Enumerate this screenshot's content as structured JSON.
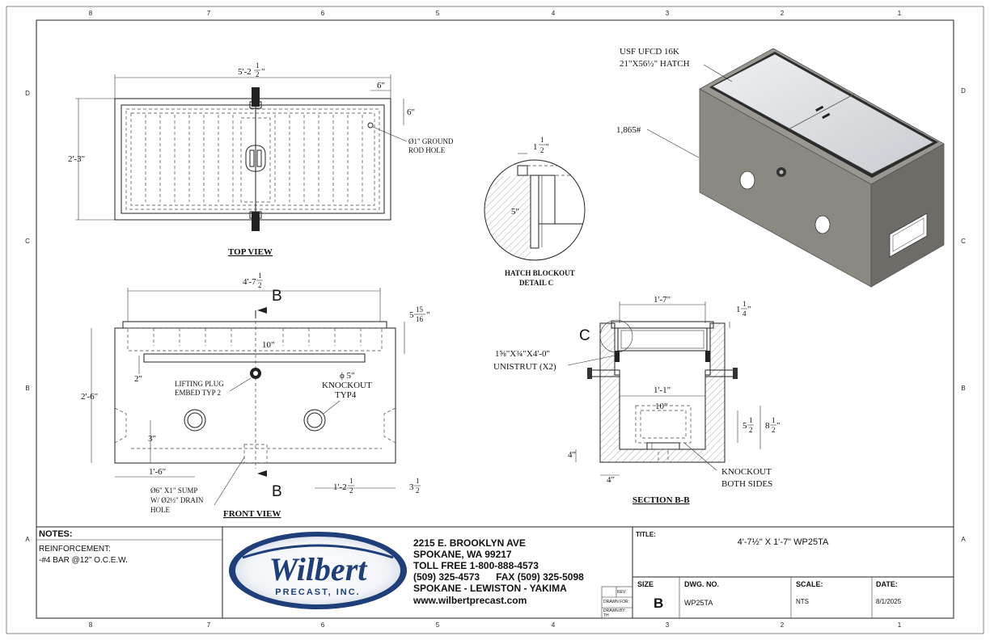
{
  "zones": {
    "columns": [
      "8",
      "7",
      "6",
      "5",
      "4",
      "3",
      "2",
      "1"
    ],
    "rows": [
      "D",
      "C",
      "B",
      "A"
    ]
  },
  "top_view": {
    "title": "TOP VIEW",
    "dim_length": "5'-2",
    "dim_length_frac_num": "1",
    "dim_length_frac_den": "2",
    "dim_width": "2'-3\"",
    "dim_offset_6a": "6\"",
    "dim_offset_6b": "6\"",
    "ground_rod_line1": "Ø1\" GROUND",
    "ground_rod_line2": "ROD HOLE"
  },
  "front_view": {
    "title": "FRONT VIEW",
    "section_marker": "B",
    "dim_length": "4'-7",
    "dim_length_frac_num": "1",
    "dim_length_frac_den": "2",
    "dim_top": "5",
    "dim_top_frac_num": "15",
    "dim_top_frac_den": "16",
    "dim_height": "2'-6\"",
    "dim_2": "2\"",
    "dim_10": "10\"",
    "lifting_plug_line1": "LIFTING PLUG",
    "lifting_plug_line2": "EMBED TYP 2",
    "knockout_line1": "ϕ 5\"",
    "knockout_line2": "KNOCKOUT",
    "knockout_line3": "TYP4",
    "dim_3": "3\"",
    "dim_16": "1'-6\"",
    "dim_12": "1'-2",
    "dim_12_frac_num": "1",
    "dim_12_frac_den": "2",
    "dim_35": "3",
    "dim_35_frac_num": "1",
    "dim_35_frac_den": "2",
    "sump_line1": "Ø6\" X1\" SUMP",
    "sump_line2": "W/ Ø2½\" DRAIN",
    "sump_line3": "HOLE"
  },
  "detail_c": {
    "title_line1": "HATCH BLOCKOUT",
    "title_line2": "DETAIL C",
    "dim_top": "1",
    "dim_top_frac_num": "1",
    "dim_top_frac_den": "2",
    "dim_5": "5\""
  },
  "section_bb": {
    "title": "SECTION B-B",
    "detail_marker": "C",
    "dim_17": "1'-7\"",
    "dim_114": "1",
    "dim_114_frac_num": "1",
    "dim_114_frac_den": "4",
    "unistrut_line1": "1⅝\"X¾\"X4'-0\"",
    "unistrut_line2": "UNISTRUT (X2)",
    "dim_11": "1'-1\"",
    "dim_10": "10\"",
    "dim_55": "5",
    "dim_55_frac_num": "1",
    "dim_55_frac_den": "2",
    "dim_85": "8",
    "dim_85_frac_num": "1",
    "dim_85_frac_den": "2",
    "dim_4a": "4\"",
    "dim_4b": "4\"",
    "knockout_line1": "KNOCKOUT",
    "knockout_line2": "BOTH SIDES"
  },
  "iso_view": {
    "hatch_line1": "USF UFCD 16K",
    "hatch_line2": "21\"X56½\" HATCH",
    "weight": "1,865#"
  },
  "title_block": {
    "notes_heading": "NOTES:",
    "notes_line1": "REINFORCEMENT:",
    "notes_line2": "-#4 BAR @12\" O.C.E.W.",
    "logo_name": "Wilbert",
    "logo_sub": "PRECAST, INC.",
    "address_line1": "2215 E. BROOKLYN AVE",
    "address_line2": "SPOKANE, WA 99217",
    "address_line3": "TOLL FREE 1-800-888-4573",
    "address_line4": "(509) 325-4573      FAX (509) 325-5098",
    "address_line5": "SPOKANE - LEWISTON - YAKIMA",
    "address_line6": "www.wilbertprecast.com",
    "rev_label": "REV:",
    "drawn_for_label": "DRAWN FOR:",
    "drawn_by_label": "DRAWN BY:",
    "drawn_by_value": "TH",
    "title_label": "TITLE:",
    "title_value": "4'-7½\" X 1'-7\" WP25TA",
    "size_label": "SIZE",
    "size_value": "B",
    "dwg_label": "DWG.  NO.",
    "dwg_value": "WP25TA",
    "scale_label": "SCALE:",
    "scale_value": "NTS",
    "date_label": "DATE:",
    "date_value": "8/1/2025"
  },
  "colors": {
    "logo_blue": "#1f3f7a",
    "concrete": "#8c8882",
    "concrete_dark": "#6f6b66",
    "hatch_lid": "#d6d9dc"
  }
}
